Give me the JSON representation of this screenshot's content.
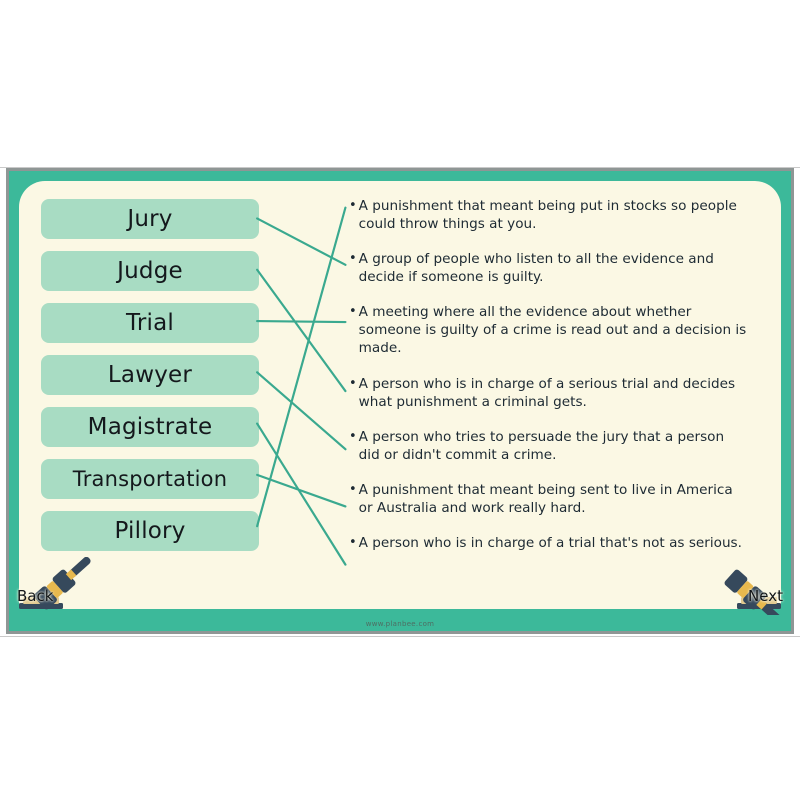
{
  "slide": {
    "watermark": "www.planbee.com",
    "colors": {
      "teal_frame": "#3cb99a",
      "panel_cream": "#fbf8e4",
      "card_green": "#a8dcc3",
      "connector_line": "#3aa98f",
      "text_dark": "#1d2a33",
      "gavel_body": "#36495c",
      "gavel_band": "#e8b94e",
      "outer_frame_grey": "#8f9695"
    }
  },
  "words": [
    {
      "id": "jury",
      "label": "Jury"
    },
    {
      "id": "judge",
      "label": "Judge"
    },
    {
      "id": "trial",
      "label": "Trial"
    },
    {
      "id": "lawyer",
      "label": "Lawyer"
    },
    {
      "id": "magistrate",
      "label": "Magistrate"
    },
    {
      "id": "transportation",
      "label": "Transportation"
    },
    {
      "id": "pillory",
      "label": "Pillory"
    }
  ],
  "definitions": [
    {
      "id": "def1",
      "bullet": "•",
      "text": "A punishment that meant being put in stocks so people could throw things at you."
    },
    {
      "id": "def2",
      "bullet": "•",
      "text": "A group of people who listen to all the evidence and decide if someone is guilty."
    },
    {
      "id": "def3",
      "bullet": "•",
      "text": "A meeting where all the evidence about whether someone is guilty of a crime is read out and a decision is made."
    },
    {
      "id": "def4",
      "bullet": "•",
      "text": "A person who is in charge of a serious trial and decides what punishment a criminal gets."
    },
    {
      "id": "def5",
      "bullet": "•",
      "text": "A person who tries to persuade the jury that a person did or didn't commit a crime."
    },
    {
      "id": "def6",
      "bullet": "•",
      "text": "A punishment that meant being sent to live in America or Australia and work really hard."
    },
    {
      "id": "def7",
      "bullet": "•",
      "text": "A person who is in charge of a trial that's not as serious."
    }
  ],
  "matches": [
    {
      "word": "jury",
      "definition": "def2"
    },
    {
      "word": "judge",
      "definition": "def4"
    },
    {
      "word": "trial",
      "definition": "def3"
    },
    {
      "word": "lawyer",
      "definition": "def5"
    },
    {
      "word": "magistrate",
      "definition": "def7"
    },
    {
      "word": "transportation",
      "definition": "def6"
    },
    {
      "word": "pillory",
      "definition": "def1"
    }
  ],
  "nav": {
    "back_label": "Back",
    "next_label": "Next"
  }
}
